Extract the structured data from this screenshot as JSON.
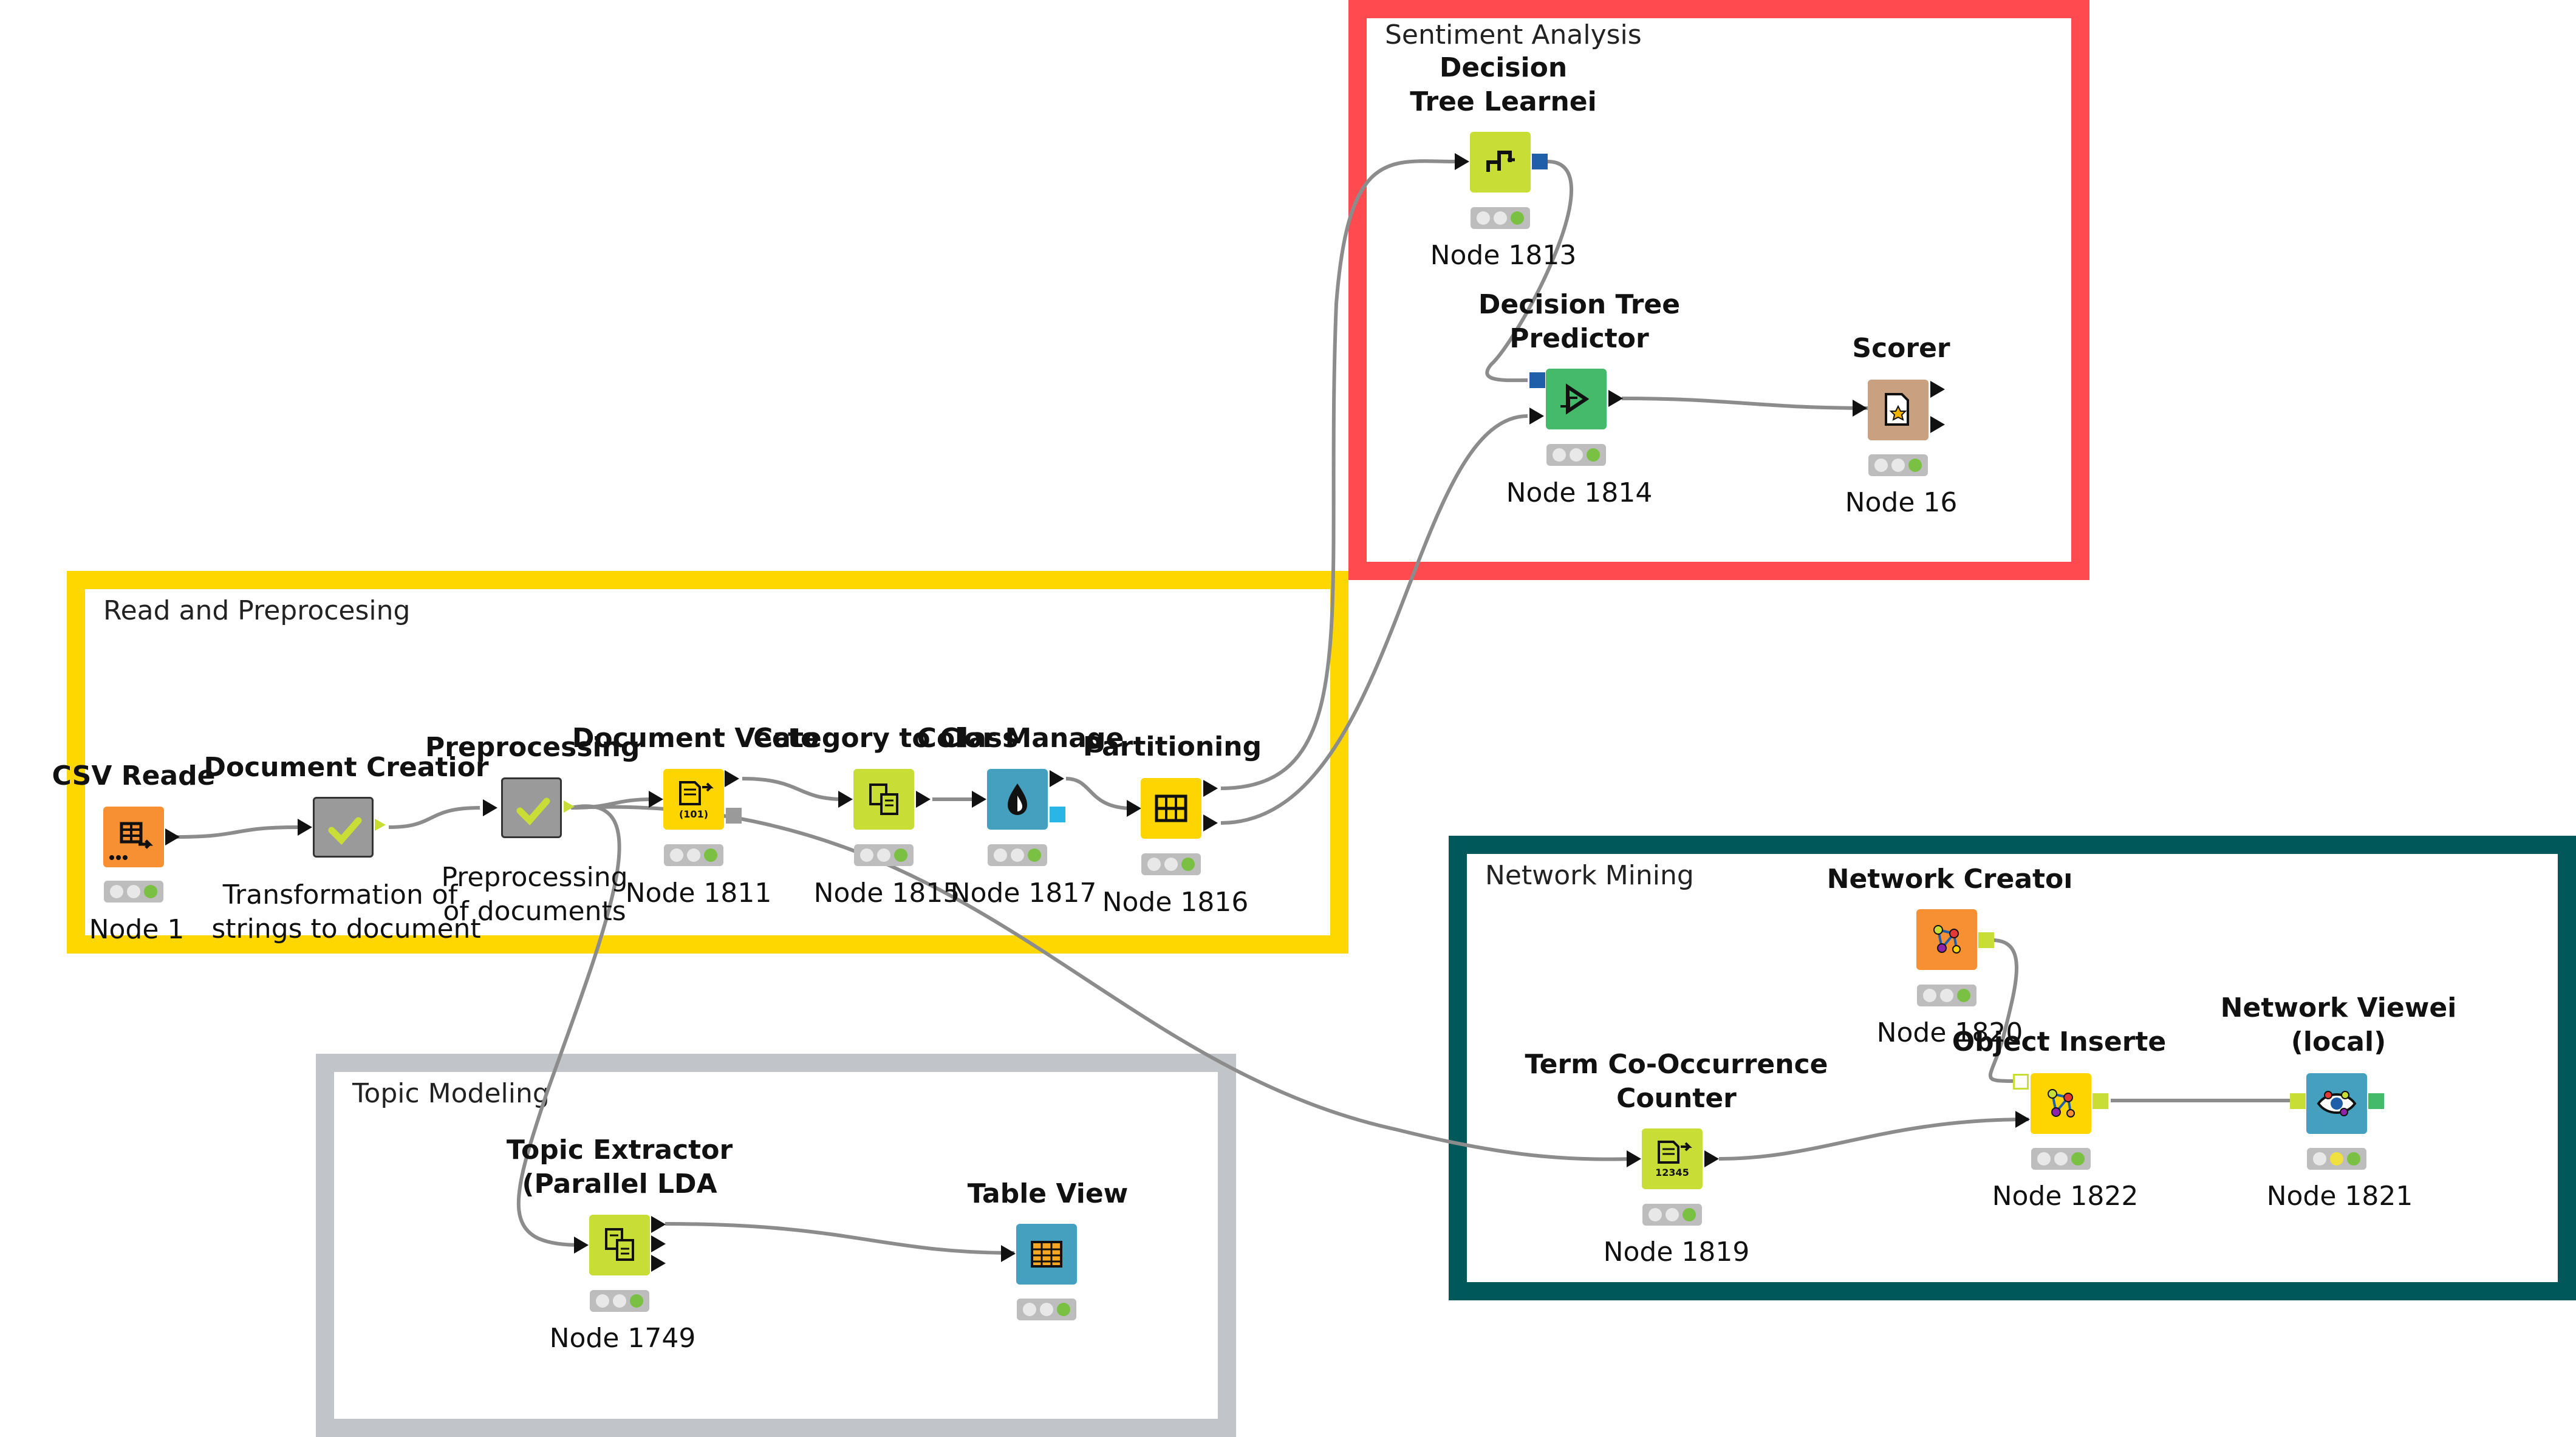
{
  "colors": {
    "read": "#FFD700",
    "sentiment": "#FF4B4F",
    "topic": "#C1C4C8",
    "network": "#00585A",
    "wire": "#8c8c8c",
    "status_ok": "#7ac143",
    "status_warn": "#f0e040"
  },
  "annotations": {
    "read": "Read and Preprocesing",
    "sentiment": "Sentiment Analysis",
    "topic": "Topic Modeling",
    "network": "Network Mining"
  },
  "nodes": {
    "csv_reader": {
      "title": "CSV Reade",
      "label": "Node 1",
      "icon": "table-reader-icon",
      "color": "#F79032"
    },
    "doc_creation": {
      "title": "Document Creatior",
      "label_line1": "Transformation of",
      "label_line2": "strings to document",
      "icon": "checkmark-icon",
      "color": "#9A9A9A"
    },
    "preprocessing": {
      "title": "Preprocessing",
      "label_line1": "Preprocessing",
      "label_line2": "of documents",
      "icon": "checkmark-icon",
      "color": "#9A9A9A"
    },
    "doc_vector": {
      "title": "Document Vecto",
      "label": "Node 1811",
      "icon": "document-vector-icon",
      "color": "#FFD500"
    },
    "cat_to_class": {
      "title": "Category to Class",
      "label": "Node 1815",
      "icon": "category-class-icon",
      "color": "#C8DE36"
    },
    "color_manager": {
      "title": "Color Manage",
      "label": "Node 1817",
      "icon": "color-drop-icon",
      "color": "#45A0C0"
    },
    "partitioning": {
      "title": "Partitioning",
      "label": "Node 1816",
      "icon": "partition-grid-icon",
      "color": "#FFD500"
    },
    "dt_learner": {
      "title_line1": "Decision",
      "title_line2": "Tree Learnei",
      "label": "Node 1813",
      "icon": "tree-learner-icon",
      "color": "#C8DE36"
    },
    "dt_predictor": {
      "title_line1": "Decision Tree",
      "title_line2": "Predictor",
      "label": "Node 1814",
      "icon": "predictor-icon",
      "color": "#46BA6B"
    },
    "scorer": {
      "title": "Scorer",
      "label": "Node 16",
      "icon": "scorer-icon",
      "color": "#C9A080"
    },
    "topic_extractor": {
      "title_line1": "Topic Extractor",
      "title_line2": "(Parallel LDA",
      "label": "Node 1749",
      "icon": "topic-extractor-icon",
      "color": "#C8DE36"
    },
    "table_view": {
      "title": "Table View",
      "icon": "table-view-icon",
      "color": "#45A0C0"
    },
    "network_creator": {
      "title": "Network Creatoı",
      "label": "Node 1820",
      "icon": "network-icon",
      "color": "#F79032"
    },
    "term_cooc": {
      "title_line1": "Term Co-Occurrence",
      "title_line2": "Counter",
      "label": "Node 1819",
      "icon": "cooccurrence-icon",
      "color": "#C8DE36"
    },
    "object_inserter": {
      "title": "Object Inserte",
      "label": "Node 1822",
      "icon": "object-inserter-icon",
      "color": "#FFD500"
    },
    "network_viewer": {
      "title_line1": "Network Viewei",
      "title_line2": "(local)",
      "label": "Node 1821",
      "icon": "network-viewer-icon",
      "color": "#45A0C0"
    }
  }
}
